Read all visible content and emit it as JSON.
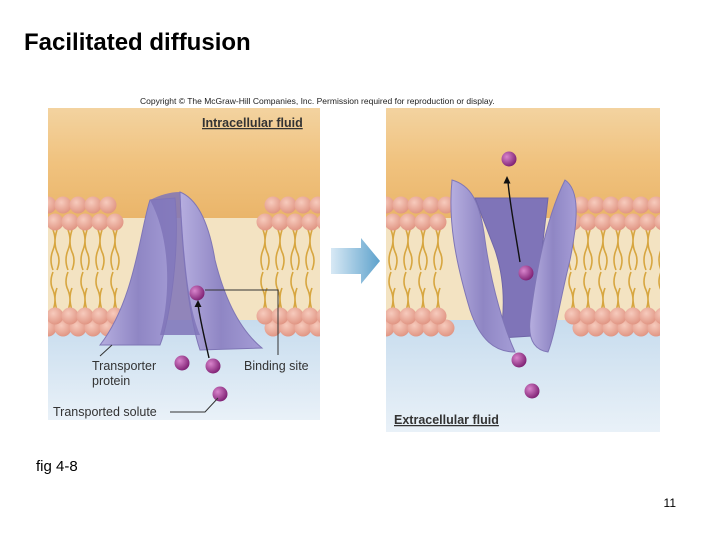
{
  "slide": {
    "title": "Facilitated diffusion",
    "copyright": "Copyright © The McGraw-Hill Companies, Inc. Permission required for reproduction or display.",
    "caption": "fig 4-8",
    "page_number": "11"
  },
  "diagram": {
    "left_panel": {
      "region_label": "Intracellular fluid",
      "transporter_label_line1": "Transporter",
      "transporter_label_line2": "protein",
      "binding_site_label": "Binding site",
      "solute_label": "Transported solute"
    },
    "right_panel": {
      "region_label": "Extracellular fluid"
    },
    "colors": {
      "intracellular": "#f2c98c",
      "extracellular": "#cfe1f0",
      "lipid_head": "#eba796",
      "lipid_tail": "#d7a640",
      "protein": "#9c93cf",
      "solute": "#9a2f8c",
      "arrow": "#6aaad0"
    }
  }
}
